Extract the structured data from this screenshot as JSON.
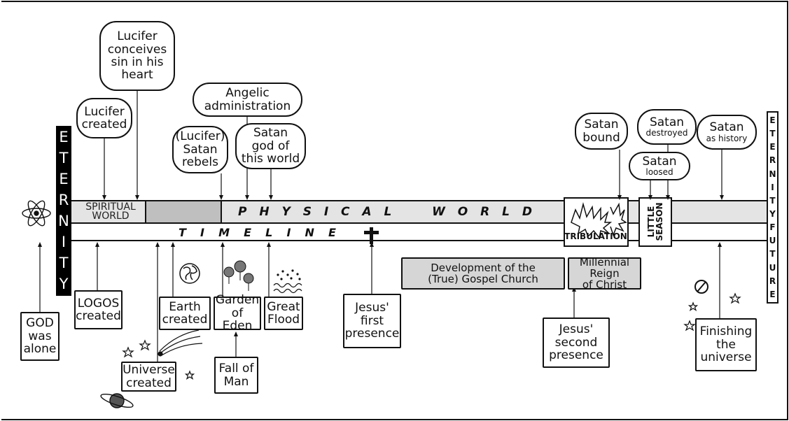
{
  "eternity_past": "ETERNITY",
  "eternity_future": "ETERNITYFUTURE",
  "bands": {
    "spiritual_world": "SPIRITUAL\nWORLD",
    "physical_world": "PHYSICALWORLD",
    "timeline": "TIMELINE",
    "tribulation": "TRIBULATION",
    "little_season": "LITTLE\nSEASON"
  },
  "bubbles": {
    "lucifer_conceives": "Lucifer\nconceives\nsin in his\nheart",
    "lucifer_created": "Lucifer\ncreated",
    "angelic_administration": "Angelic\nadministration",
    "satan_rebels": "(Lucifer)\nSatan\nrebels",
    "satan_god_of_world": "Satan\ngod of\nthis world",
    "satan_bound": "Satan\nbound",
    "satan_destroyed_1": "Satan",
    "satan_destroyed_2": "destroyed",
    "satan_loosed_1": "Satan",
    "satan_loosed_2": "loosed",
    "satan_history_1": "Satan",
    "satan_history_2": "as history"
  },
  "boxes": {
    "god_alone": "GOD\nwas\nalone",
    "logos_created": "LOGOS\ncreated",
    "universe_created": "Universe\ncreated",
    "earth_created": "Earth\ncreated",
    "garden_of_eden": "Garden\nof Eden",
    "great_flood": "Great\nFlood",
    "fall_of_man": "Fall of\nMan",
    "jesus_first": "Jesus'\nfirst\npresence",
    "gospel_church": "Development of the\n(True) Gospel Church",
    "millennial_reign": "Millennial Reign\nof Christ",
    "jesus_second": "Jesus'\nsecond\npresence",
    "finishing_universe": "Finishing\nthe\nuniverse"
  },
  "icons": [
    "atom-icon",
    "globe-icon",
    "tree-icon",
    "rain-icon",
    "cross-icon",
    "star-icon",
    "comet-icon",
    "planet-icon",
    "explosion-icon",
    "no-entry-icon"
  ],
  "colors": {
    "line": "#111111",
    "band_gray": "#d6d6d6",
    "band_light": "#e4e4e4",
    "eternity_bg": "#000000"
  }
}
